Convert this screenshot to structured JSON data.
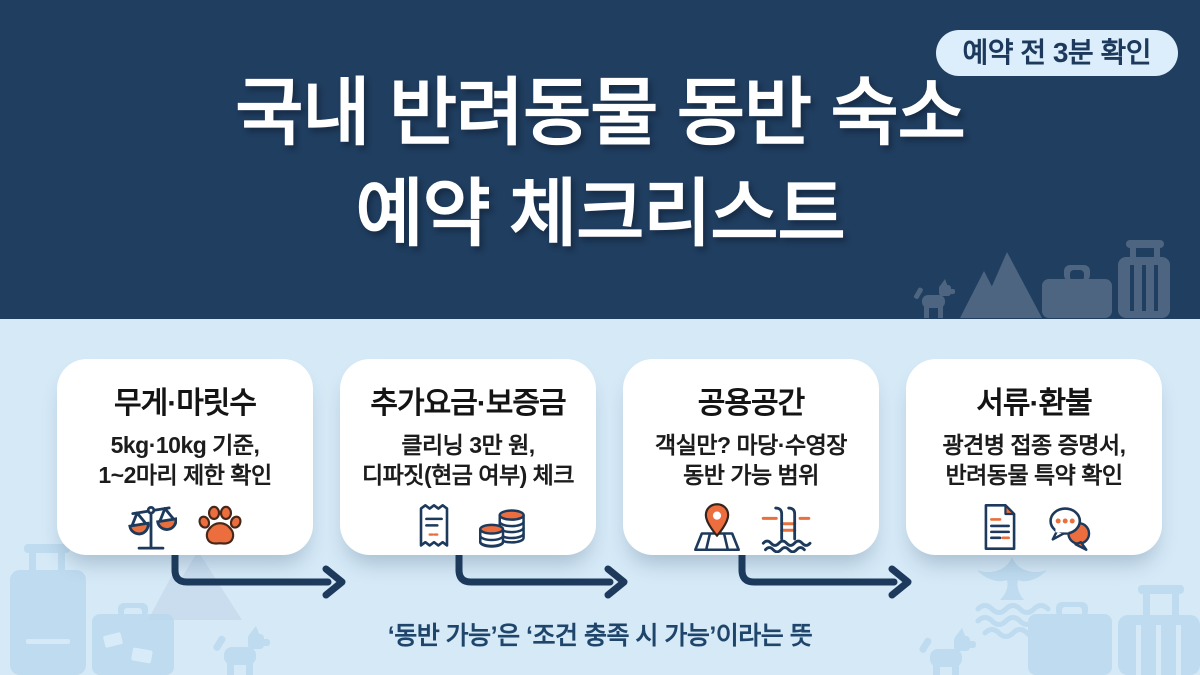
{
  "badge": {
    "label": "예약 전 3분 확인"
  },
  "title": {
    "line1": "국내 반려동물 동반 숙소",
    "line2": "예약 체크리스트"
  },
  "cards": [
    {
      "title": "무게·마릿수",
      "line1": "5kg·10kg 기준,",
      "line2": "1~2마리 제한 확인",
      "icons": [
        "scale-icon",
        "paw-icon"
      ]
    },
    {
      "title": "추가요금·보증금",
      "line1": "클리닝 3만 원,",
      "line2": "디파짓(현금 여부) 체크",
      "icons": [
        "receipt-icon",
        "coins-icon"
      ]
    },
    {
      "title": "공용공간",
      "line1": "객실만? 마당·수영장",
      "line2": "동반 가능 범위",
      "icons": [
        "map-pin-icon",
        "pool-icon"
      ]
    },
    {
      "title": "서류·환불",
      "line1": "광견병 접종 증명서,",
      "line2": "반려동물 특약 확인",
      "icons": [
        "document-icon",
        "chat-icon"
      ]
    }
  ],
  "footnote": "‘동반 가능’은 ‘조건 충족 시 가능’이라는 뜻",
  "decorations": {
    "hero": [
      "dog-silhouette",
      "mountains-silhouette",
      "suitcase-silhouette",
      "luggage-silhouette"
    ],
    "panel_left": [
      "luggage-silhouette",
      "suitcase-silhouette",
      "mountains-silhouette",
      "dog-silhouette"
    ],
    "panel_right": [
      "whale-tail-silhouette",
      "waves-silhouette",
      "dog-silhouette",
      "suitcase-silhouette",
      "luggage-silhouette"
    ]
  },
  "colors": {
    "hero_navy": "#203e60",
    "panel_blue": "#d5e9f7",
    "card_white": "#ffffff",
    "badge_bg": "#dceefb",
    "badge_text": "#1d3a5c",
    "accent_orange": "#e9703c",
    "outline_navy": "#1d3a5c",
    "arrow_navy": "#1d3a5c",
    "silhouette_blue": "#b9d7ed"
  }
}
